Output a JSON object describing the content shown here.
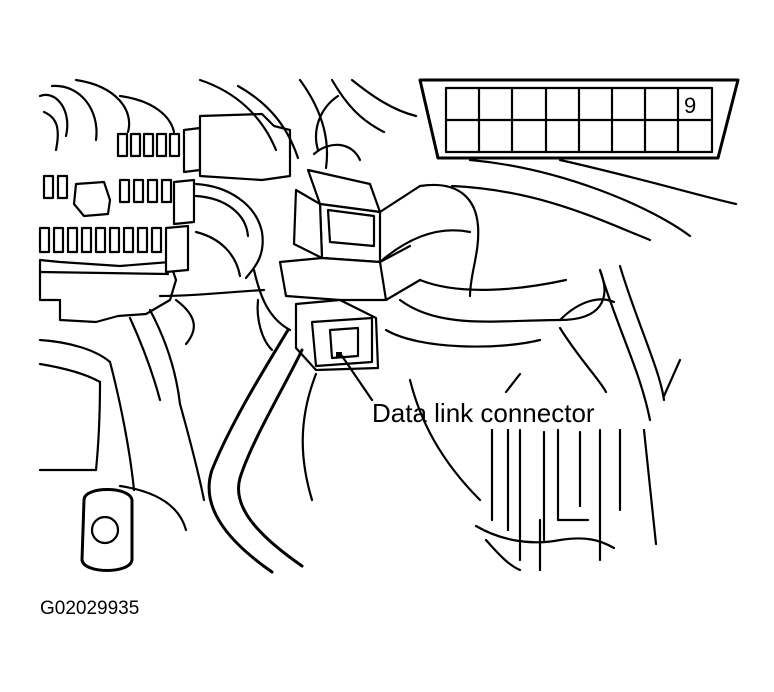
{
  "diagram": {
    "callout_label": "Data link connector",
    "pin_label": "9",
    "figure_id": "G02029935"
  }
}
